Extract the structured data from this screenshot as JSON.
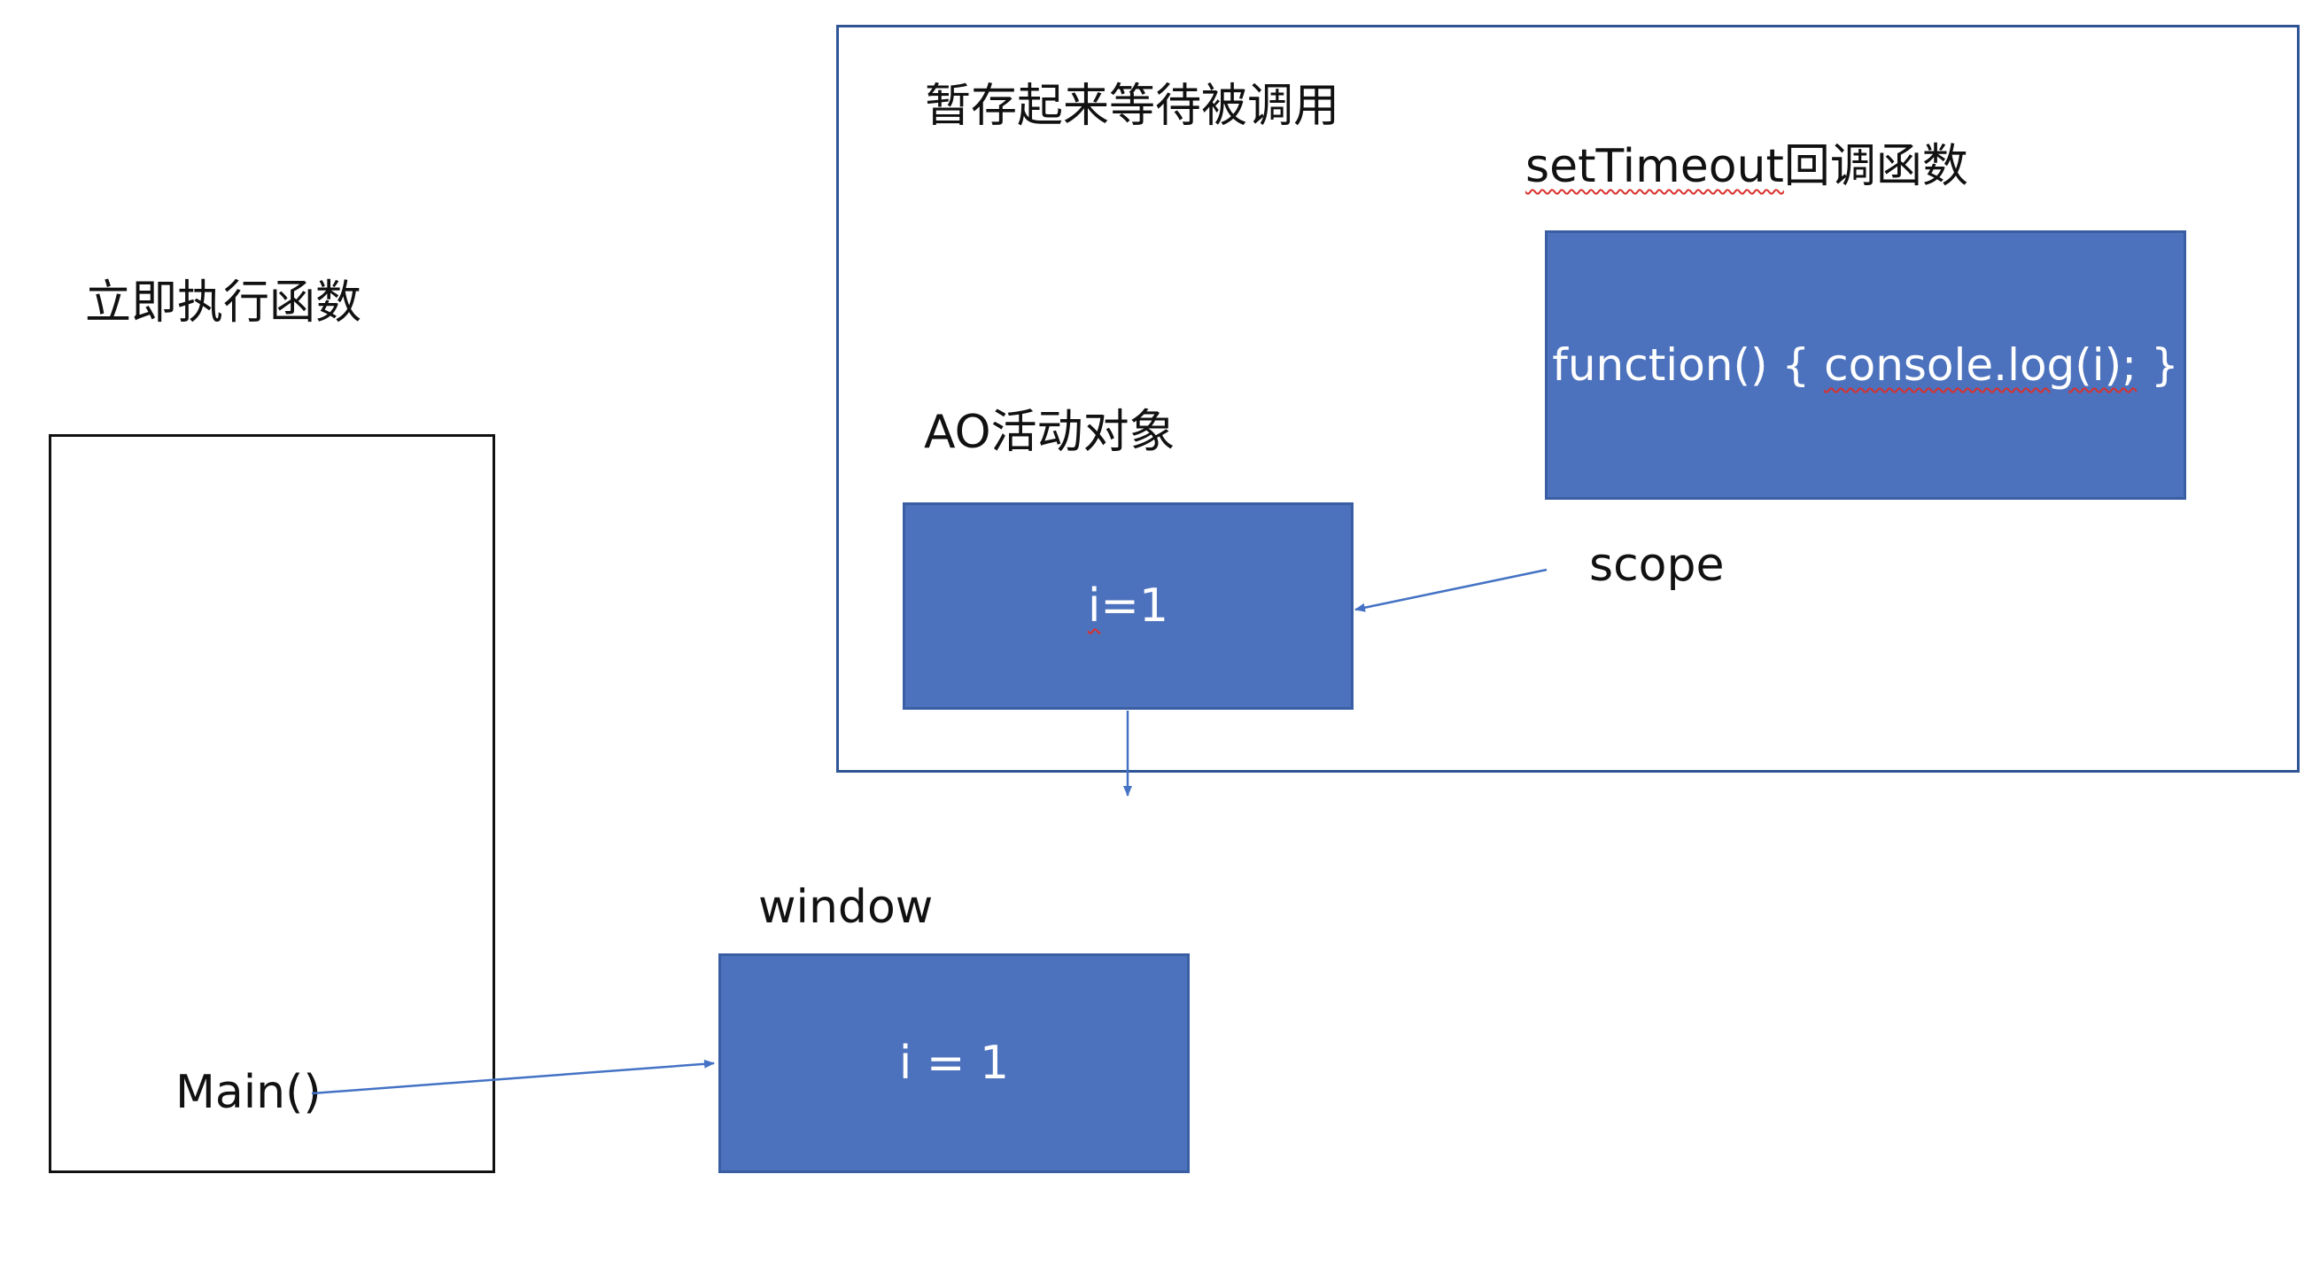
{
  "colors": {
    "box_fill": "#4d72bd",
    "box_stroke": "#3a5ea3",
    "outline": "#2f5597",
    "connector": "#4472c4",
    "text": "#111111",
    "box_text": "#ffffff",
    "spellcheck": "#d9302c"
  },
  "iife": {
    "title": "立即执行函数",
    "call_label": "Main()"
  },
  "closure_area": {
    "title": "暂存起来等待被调用",
    "callback": {
      "title_code": "setTimeout",
      "title_suffix": "回调函数",
      "code_prefix": "function() { ",
      "code_call": "console.log(i);",
      "code_suffix": " }"
    },
    "ao": {
      "title": "AO活动对象",
      "value_var": "i",
      "value_rest": "=1"
    },
    "scope_label": "scope"
  },
  "global": {
    "title": "window",
    "value": "i = 1"
  }
}
